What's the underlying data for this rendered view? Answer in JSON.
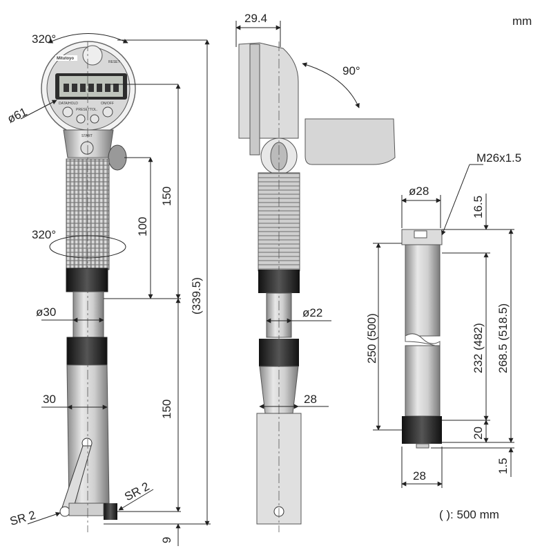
{
  "unit_label": "mm",
  "footnote": "( ): 500 mm",
  "front_view": {
    "brand": "Mitutoyo",
    "dial_buttons": [
      "DATA/HOLD",
      "PRESET",
      "TOL.",
      "ON/OFF"
    ],
    "reset_label": "RESET",
    "start_label": "START",
    "dimensions": {
      "rotation_top": "320°",
      "rotation_mid": "320°",
      "dial_diameter": "ø61",
      "grip_length": "150",
      "sub_length": "100",
      "total_length": "(339.5)",
      "barrel_diameter": "ø30",
      "lower_width": "30",
      "lower_length": "150",
      "contact_left": "SR 2",
      "contact_right": "SR 2",
      "bottom_offset": "9"
    }
  },
  "side_view": {
    "dimensions": {
      "head_width": "29.4",
      "swivel_angle": "90°",
      "barrel_diameter": "ø22",
      "lower_width": "28"
    }
  },
  "extension_rod": {
    "dimensions": {
      "thread": "M26x1.5",
      "diameter_top": "ø28",
      "top_length": "16.5",
      "rod_length": "250 (500)",
      "inner_length": "232 (482)",
      "total_length": "268.5 (518.5)",
      "bottom_length": "20",
      "bottom_offset": "1.5",
      "diameter_bottom": "28"
    }
  }
}
